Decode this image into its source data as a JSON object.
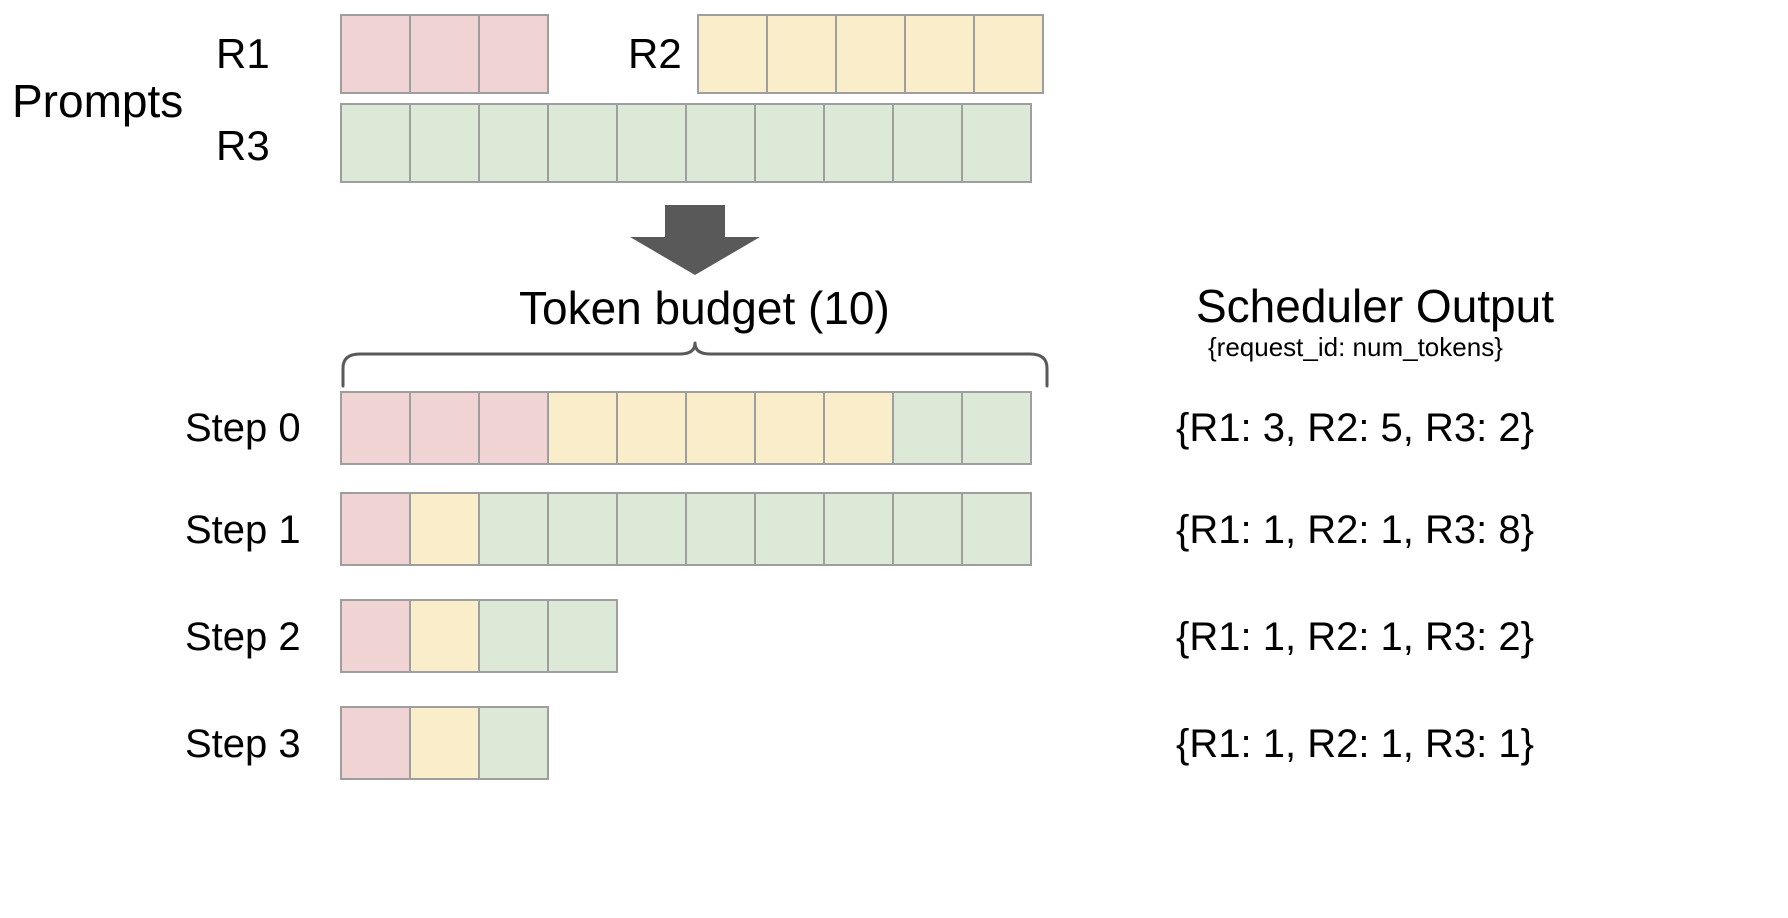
{
  "diagram": {
    "title_prompts": "Prompts",
    "colors": {
      "R1": "#f0d3d3",
      "R2": "#faeeca",
      "R3": "#dde9d7",
      "cell_border": "#9e9e9e",
      "arrow": "#595959",
      "brace": "#595959",
      "text": "#000000",
      "background": "#ffffff"
    },
    "prompts": {
      "group_label": "Prompts",
      "requests": [
        {
          "id": "R1",
          "label": "R1",
          "num_tokens": 3,
          "color_key": "R1"
        },
        {
          "id": "R2",
          "label": "R2",
          "num_tokens": 5,
          "color_key": "R2"
        },
        {
          "id": "R3",
          "label": "R3",
          "num_tokens": 10,
          "color_key": "R3"
        }
      ]
    },
    "arrow": {
      "name": "down-arrow",
      "direction": "down"
    },
    "budget": {
      "label": "Token  budget (10)",
      "value": 10,
      "brace_cells": 10
    },
    "scheduler_output": {
      "title": "Scheduler Output",
      "subtitle": "{request_id: num_tokens}"
    },
    "steps": [
      {
        "label": "Step 0",
        "segments": [
          {
            "request": "R1",
            "count": 3,
            "color_key": "R1"
          },
          {
            "request": "R2",
            "count": 5,
            "color_key": "R2"
          },
          {
            "request": "R3",
            "count": 2,
            "color_key": "R3"
          }
        ],
        "output": "{R1: 3, R2: 5, R3: 2}"
      },
      {
        "label": "Step 1",
        "segments": [
          {
            "request": "R1",
            "count": 1,
            "color_key": "R1"
          },
          {
            "request": "R2",
            "count": 1,
            "color_key": "R2"
          },
          {
            "request": "R3",
            "count": 8,
            "color_key": "R3"
          }
        ],
        "output": "{R1: 1, R2: 1, R3: 8}"
      },
      {
        "label": "Step 2",
        "segments": [
          {
            "request": "R1",
            "count": 1,
            "color_key": "R1"
          },
          {
            "request": "R2",
            "count": 1,
            "color_key": "R2"
          },
          {
            "request": "R3",
            "count": 2,
            "color_key": "R3"
          }
        ],
        "output": "{R1: 1, R2: 1, R3: 2}"
      },
      {
        "label": "Step 3",
        "segments": [
          {
            "request": "R1",
            "count": 1,
            "color_key": "R1"
          },
          {
            "request": "R2",
            "count": 1,
            "color_key": "R2"
          },
          {
            "request": "R3",
            "count": 1,
            "color_key": "R3"
          }
        ],
        "output": "{R1: 1, R2: 1, R3: 1}"
      }
    ]
  }
}
